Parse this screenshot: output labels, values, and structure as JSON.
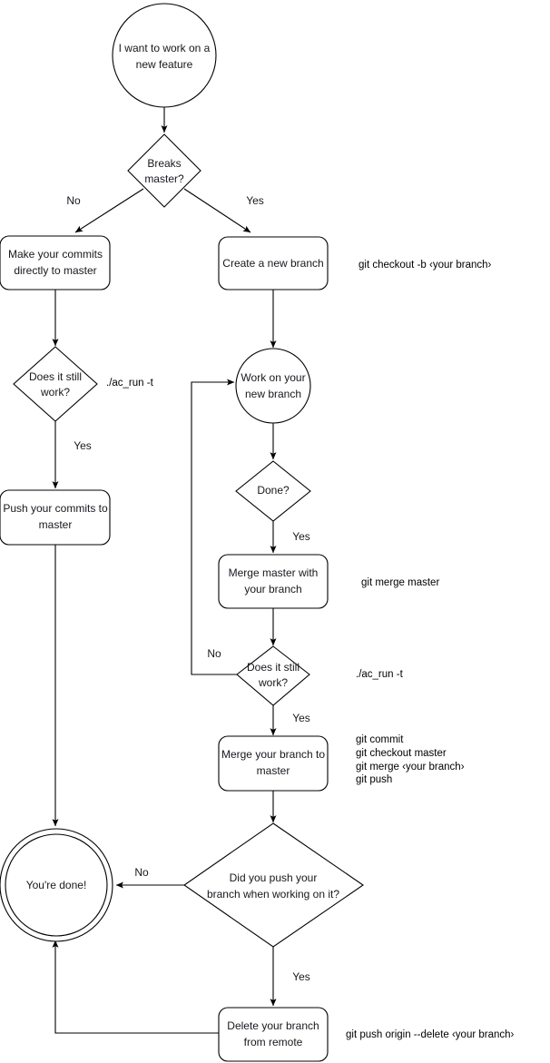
{
  "diagram": {
    "title": "Git branching workflow flowchart",
    "background_color": "#ffffff",
    "stroke_color": "#000000",
    "text_color": "#16181d",
    "annotation_color": "#000000"
  },
  "nodes": {
    "start": {
      "label_line1": "I want to work on a",
      "label_line2": "new feature",
      "shape": "circle"
    },
    "breaks_master": {
      "label_line1": "Breaks",
      "label_line2": "master?",
      "shape": "diamond"
    },
    "make_commits": {
      "label_line1": "Make your commits",
      "label_line2": "directly to master",
      "shape": "rounded-rect"
    },
    "create_branch": {
      "label_line1": "Create a new branch",
      "label_line2": "",
      "shape": "rounded-rect"
    },
    "does_it_work_left": {
      "label_line1": "Does it still",
      "label_line2": "work?",
      "shape": "diamond"
    },
    "push_commits": {
      "label_line1": "Push your commits to",
      "label_line2": "master",
      "shape": "rounded-rect"
    },
    "work_on_branch": {
      "label_line1": "Work on your",
      "label_line2": "new branch",
      "shape": "circle"
    },
    "done_q": {
      "label_line1": "Done?",
      "label_line2": "",
      "shape": "diamond"
    },
    "merge_master_with": {
      "label_line1": "Merge master with",
      "label_line2": "your branch",
      "shape": "rounded-rect"
    },
    "does_it_work_right": {
      "label_line1": "Does it still",
      "label_line2": "work?",
      "shape": "diamond"
    },
    "merge_branch_to_master": {
      "label_line1": "Merge your branch to",
      "label_line2": "master",
      "shape": "rounded-rect"
    },
    "did_you_push": {
      "label_line1": "Did you push your",
      "label_line2": "branch when working on it?",
      "shape": "diamond"
    },
    "delete_branch": {
      "label_line1": "Delete your branch",
      "label_line2": "from remote",
      "shape": "rounded-rect"
    },
    "youre_done": {
      "label_line1": "You're done!",
      "label_line2": "",
      "shape": "double-circle"
    }
  },
  "edge_labels": {
    "breaks_no": "No",
    "breaks_yes": "Yes",
    "left_work_yes": "Yes",
    "done_yes": "Yes",
    "right_work_no": "No",
    "right_work_yes": "Yes",
    "push_no": "No",
    "push_yes": "Yes"
  },
  "annotations": {
    "checkout_b": "git checkout -b ‹your branch›",
    "ac_run_left": "./ac_run -t",
    "merge_master": "git merge master",
    "ac_run_right": "./ac_run -t",
    "commit_block_1": "git commit",
    "commit_block_2": "git checkout master",
    "commit_block_3": "git merge ‹your branch›",
    "commit_block_4": "git push",
    "push_origin_delete": "git push origin --delete ‹your branch›"
  }
}
